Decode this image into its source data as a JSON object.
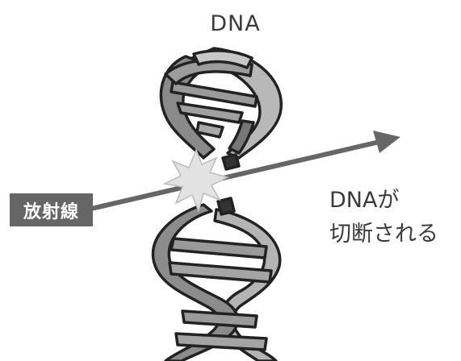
{
  "diagram": {
    "title": "DNA",
    "radiation_label": "放射線",
    "caption_line1": "DNAが",
    "caption_line2": "切断される"
  },
  "colors": {
    "strand_dark": "#2b2b2b",
    "strand_mid": "#8c8c8c",
    "strand_light": "#c4c4c4",
    "arrow": "#666666",
    "burst": "#dcdcdc"
  },
  "icons": [
    "dna-helix-icon",
    "radiation-arrow-icon",
    "break-burst-icon"
  ]
}
